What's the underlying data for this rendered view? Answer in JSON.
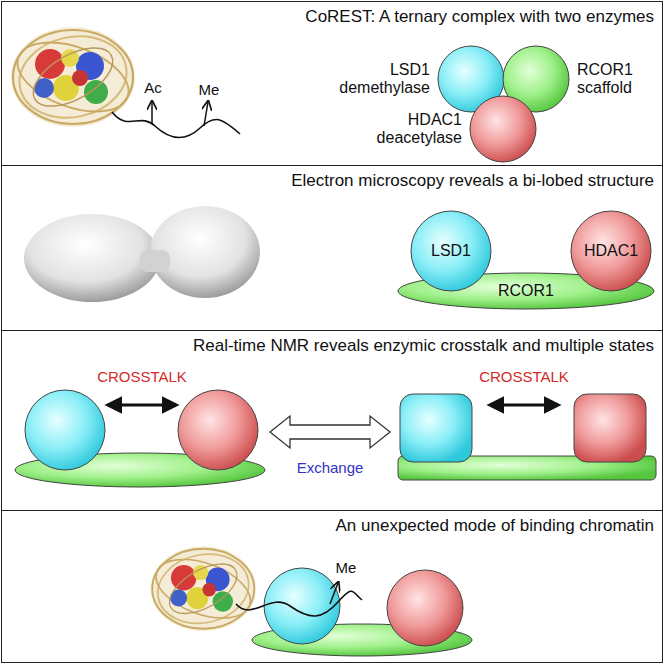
{
  "diagram": {
    "nodes": [
      {
        "text": [
          "CoREST: A ternary complex with two enzymes"
        ]
      },
      {
        "text": [
          "LSD1 demethylase"
        ],
        "in": 0
      },
      {
        "text": [
          "RCOR1 scaffold"
        ],
        "in": 0
      },
      {
        "text": [
          "HDAC1 deacetylase"
        ],
        "in": 0
      },
      {
        "text": [
          "Electron microscopy reveals a bi-lobed structure"
        ]
      },
      {
        "text": [
          "LSD1"
        ],
        "in": 4
      },
      {
        "text": [
          "HDAC1"
        ],
        "in": 4
      },
      {
        "text": [
          "RCOR1"
        ],
        "in": 4
      },
      {
        "text": [
          "Real-time NMR reveals enzymic crosstalk and multiple states"
        ]
      },
      {
        "text": [
          "An unexpected mode of binding chromatin"
        ]
      }
    ],
    "labels": [
      "Ac",
      "Me",
      "CROSSTALK",
      "Exchange",
      "CROSSTALK",
      "Me"
    ]
  }
}
